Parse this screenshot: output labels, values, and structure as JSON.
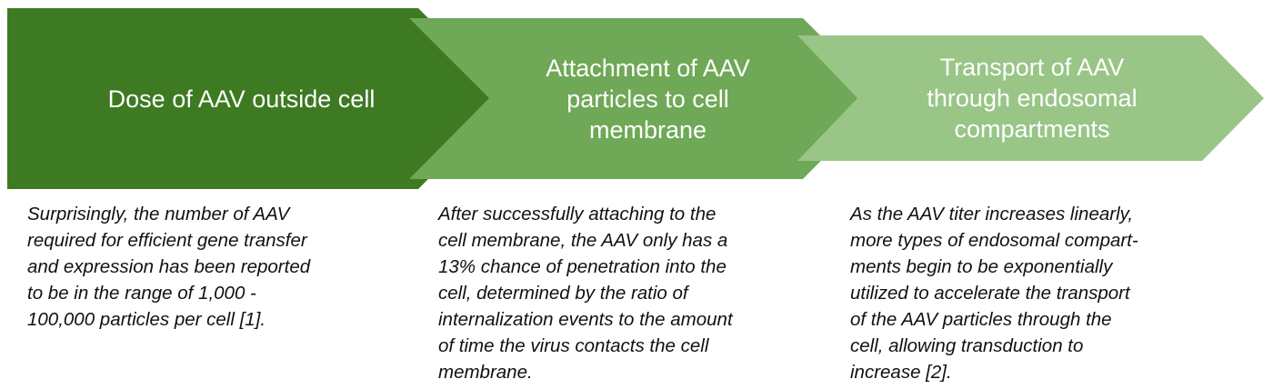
{
  "colors": {
    "step1": "#3d7a22",
    "step2": "#6fa856",
    "step3": "#99c587",
    "title_text": "#ffffff",
    "desc_text": "#111111"
  },
  "steps": [
    {
      "title": "Dose of AAV outside cell",
      "description": "Surprisingly, the number of AAV\nrequired for efficient gene transfer\nand expression has been reported\nto be in the range of 1,000 -\n100,000 particles per cell [1]."
    },
    {
      "title": "Attachment of AAV\nparticles to cell\nmembrane",
      "description": "After successfully attaching to the\ncell membrane, the AAV only has a\n13% chance of penetration into the\ncell, determined by the ratio of\ninternalization events to the amount\nof time the virus contacts the cell\nmembrane."
    },
    {
      "title": "Transport of AAV\nthrough endosomal\ncompartments",
      "description": "As the AAV titer increases linearly,\nmore types of endosomal compart-\nments begin to be exponentially\nutilized to accelerate the transport\nof the AAV particles through the\ncell, allowing transduction to\nincrease [2]."
    }
  ]
}
